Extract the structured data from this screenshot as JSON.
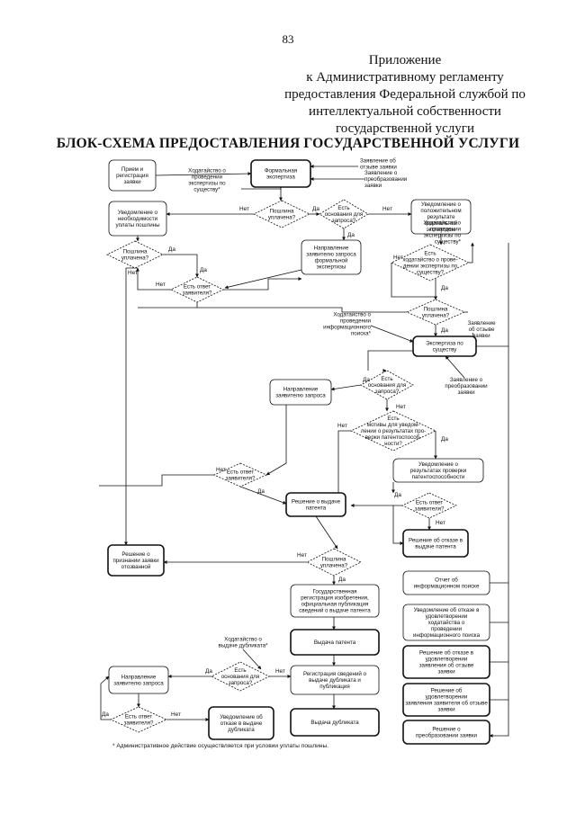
{
  "page_number": "83",
  "appendix": [
    "Приложение",
    "к Административному регламенту",
    "предоставления Федеральной службой по",
    "интеллектуальной собственности",
    "государственной услуги"
  ],
  "title": "БЛОК-СХЕМА ПРЕДОСТАВЛЕНИЯ ГОСУДАРСТВЕННОЙ УСЛУГИ",
  "footnote": "* Административное действие осуществляется при условии уплаты пошлины.",
  "labels": {
    "yes": "Да",
    "no": "Нет"
  },
  "nodes": {
    "receipt": [
      "Прием и",
      "регистрация",
      "заявки"
    ],
    "formal_exam": [
      "Формальная",
      "экспертиза"
    ],
    "notice_fee": [
      "Уведомление о",
      "необходимости",
      "уплаты пошлины"
    ],
    "fee_paid_1": [
      "Пошлина",
      "уплачена?"
    ],
    "fee_paid_2": [
      "Пошлина",
      "уплачена?"
    ],
    "grounds_1": [
      "Есть",
      "основания для",
      "запроса?"
    ],
    "request_formal": [
      "Направление",
      "заявителю запроса",
      "формальной",
      "экспертизы"
    ],
    "answer_1": [
      "Есть ответ",
      "заявителя?"
    ],
    "notice_positive": [
      "Уведомление о",
      "положительном",
      "результате",
      "формальной",
      "экспертизы"
    ],
    "petition_q": [
      "Есть",
      "ходатайство о прове-",
      "дении экспертизы по",
      "существу?"
    ],
    "fee_paid_3": [
      "Пошлина",
      "уплачена?"
    ],
    "subst_exam": [
      "Экспертиза по",
      "существу"
    ],
    "request_2": [
      "Направление",
      "заявителю запроса"
    ],
    "grounds_2": [
      "Есть",
      "основания для",
      "запроса?"
    ],
    "motives_q": [
      "Есть",
      "мотивы для уведом-",
      "лении о результатах про-",
      "верки патентоспособ-",
      "ности?"
    ],
    "notice_patent": [
      "Уведомление о",
      "результатах проверки",
      "патентоспособности"
    ],
    "answer_2": [
      "Есть ответ",
      "заявителя?"
    ],
    "answer_3": [
      "Есть ответ",
      "заявителя?"
    ],
    "grant_decision": [
      "Решение о выдаче",
      "патента"
    ],
    "refuse_decision": [
      "Решение об отказе в",
      "выдаче патента"
    ],
    "withdrawn": [
      "Решение о",
      "признании заявки",
      "отозванной"
    ],
    "fee_paid_4": [
      "Пошлина",
      "уплачена?"
    ],
    "registration": [
      "Государственная",
      "регистрация изобретения,",
      "официальная публикация",
      "сведений о выдаче патента"
    ],
    "issue_patent": [
      "Выдача патента"
    ],
    "dup_registration": [
      "Регистрация сведений о",
      "выдаче дубликата и",
      "публикация"
    ],
    "issue_dup": [
      "Выдача дубликата"
    ],
    "request_3": [
      "Направление",
      "заявителю запроса"
    ],
    "grounds_3": [
      "Есть",
      "основания для",
      "запроса?"
    ],
    "answer_4": [
      "Есть ответ",
      "заявителя?"
    ],
    "notice_refuse_dup": [
      "Уведомление  об",
      "отказе в выдаче",
      "дубликата"
    ],
    "search_report": [
      "Отчет об",
      "информационном поиске"
    ],
    "notice_refuse_search": [
      "Уведомление об отказе в",
      "удовлетворении",
      "ходатайства о",
      "проведении",
      "информационного поиска"
    ],
    "refuse_withdraw": [
      "Решение об отказе в",
      "удовлетворении",
      "заявления об отзыве",
      "заявки"
    ],
    "grant_withdraw": [
      "Решение об",
      "удовлетворении",
      "заявления заявителя об отзыве",
      "заявки"
    ],
    "transform_decision": [
      "Решение о",
      "преобразовании заявки"
    ]
  },
  "notes": {
    "petition_subst": [
      "Ходатайство о",
      "проведении",
      "экспертизы по",
      "существу*"
    ],
    "withdraw_1": [
      "Заявление об",
      "отзыве заявки"
    ],
    "transform_1": [
      "Заявление о",
      "преобразовании",
      "заявки"
    ],
    "petition_subst_2": [
      "Ходатайство о",
      "проведении",
      "экспертизы по",
      "существу*"
    ],
    "petition_search": [
      "Ходатайство о",
      "проведении",
      "информационного",
      "поиска*"
    ],
    "withdraw_2": [
      "Заявление",
      "об отзыве",
      "заявки"
    ],
    "transform_2": [
      "Заявление о",
      "преобразовании",
      "заявки"
    ],
    "petition_dup": [
      "Ходатайство о",
      "выдаче дубликата*"
    ]
  }
}
